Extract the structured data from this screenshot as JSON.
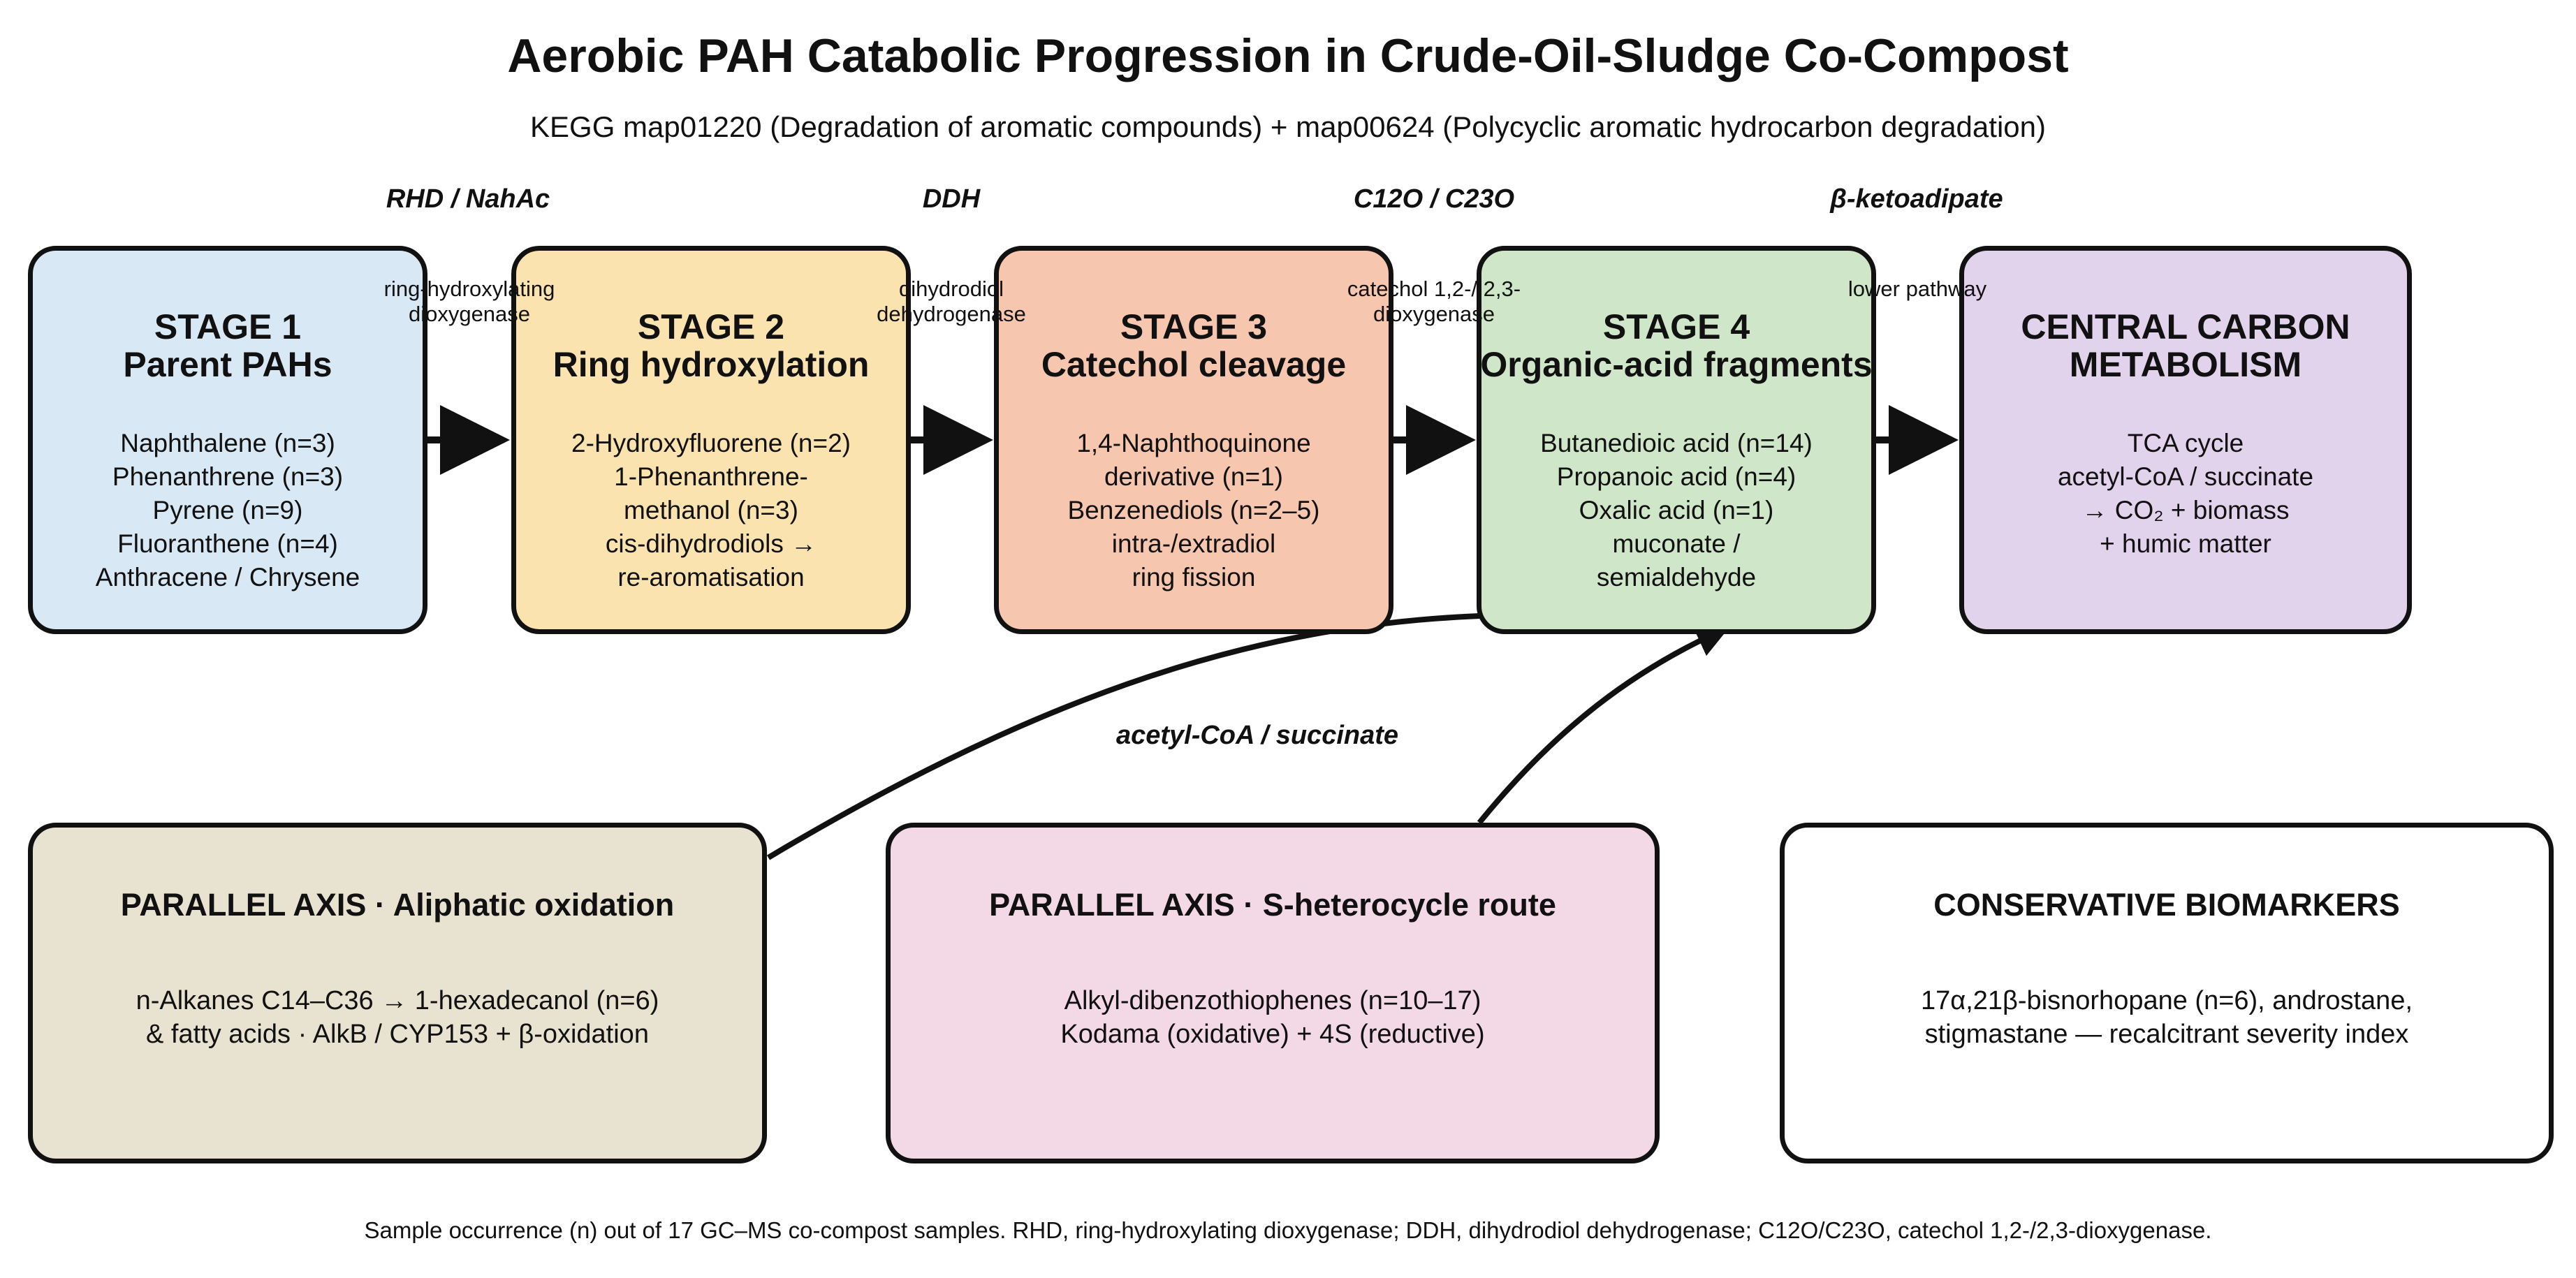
{
  "title": "Aerobic PAH Catabolic Progression in Crude-Oil-Sludge Co-Compost",
  "subtitle": "KEGG map01220 (Degradation of aromatic compounds)  +  map00624 (Polycyclic aromatic hydrocarbon degradation)",
  "enzymes": [
    "RHD / NahAc",
    "DDH",
    "C12O / C23O",
    "β-ketoadipate"
  ],
  "connector_labels": [
    "ring-hydroxylating dioxygenase",
    "dihydrodiol dehydrogenase",
    "catechol 1,2-/ 2,3-dioxygenase",
    "lower pathway"
  ],
  "stages": [
    {
      "title_line1": "STAGE 1",
      "title_line2": "Parent PAHs",
      "color": "#d9e8f5",
      "items": [
        "Naphthalene  (n=3)",
        "Phenanthrene  (n=3)",
        "Pyrene  (n=9)",
        "Fluoranthene  (n=4)",
        "Anthracene / Chrysene"
      ]
    },
    {
      "title_line1": "STAGE 2",
      "title_line2": "Ring hydroxylation",
      "color": "#fbe3b0",
      "items": [
        "2-Hydroxyfluorene  (n=2)",
        "1-Phenanthrene-",
        "methanol  (n=3)",
        "cis-dihydrodiols →",
        "re-aromatisation"
      ]
    },
    {
      "title_line1": "STAGE 3",
      "title_line2": "Catechol cleavage",
      "color": "#f7c6ae",
      "items": [
        "1,4-Naphthoquinone",
        "derivative  (n=1)",
        "Benzenediols  (n=2–5)",
        "intra-/extradiol",
        "ring fission"
      ]
    },
    {
      "title_line1": "STAGE 4",
      "title_line2": "Organic-acid fragments",
      "color": "#cfe6c8",
      "items": [
        "Butanedioic acid  (n=14)",
        "Propanoic acid  (n=4)",
        "Oxalic acid  (n=1)",
        "muconate /",
        "semialdehyde"
      ]
    },
    {
      "title_line1": "CENTRAL CARBON",
      "title_line2": "METABOLISM",
      "color": "#e2d3ec",
      "items": [
        "TCA cycle",
        "acetyl-CoA / succinate",
        "→ CO₂ + biomass",
        "+ humic matter"
      ]
    }
  ],
  "curve_label": "acetyl-CoA / succinate",
  "axes": [
    {
      "title": "PARALLEL AXIS · Aliphatic oxidation",
      "color": "#e8e3d0",
      "items": [
        "n-Alkanes C14–C36  →  1-hexadecanol (n=6)",
        "& fatty acids   ·   AlkB / CYP153 + β-oxidation"
      ]
    },
    {
      "title": "PARALLEL AXIS · S-heterocycle route",
      "color": "#f3d8e5",
      "items": [
        "Alkyl-dibenzothiophenes (n=10–17)",
        "Kodama (oxidative) + 4S (reductive)"
      ]
    },
    {
      "title": "CONSERVATIVE BIOMARKERS",
      "color": "#ffffff",
      "items": [
        "17α,21β-bisnorhopane (n=6), androstane,",
        "stigmastane — recalcitrant severity index"
      ]
    }
  ],
  "footnote": "Sample occurrence (n) out of 17 GC–MS co-compost samples.  RHD, ring-hydroxylating dioxygenase; DDH, dihydrodiol dehydrogenase; C12O/C23O, catechol 1,2-/2,3-dioxygenase."
}
